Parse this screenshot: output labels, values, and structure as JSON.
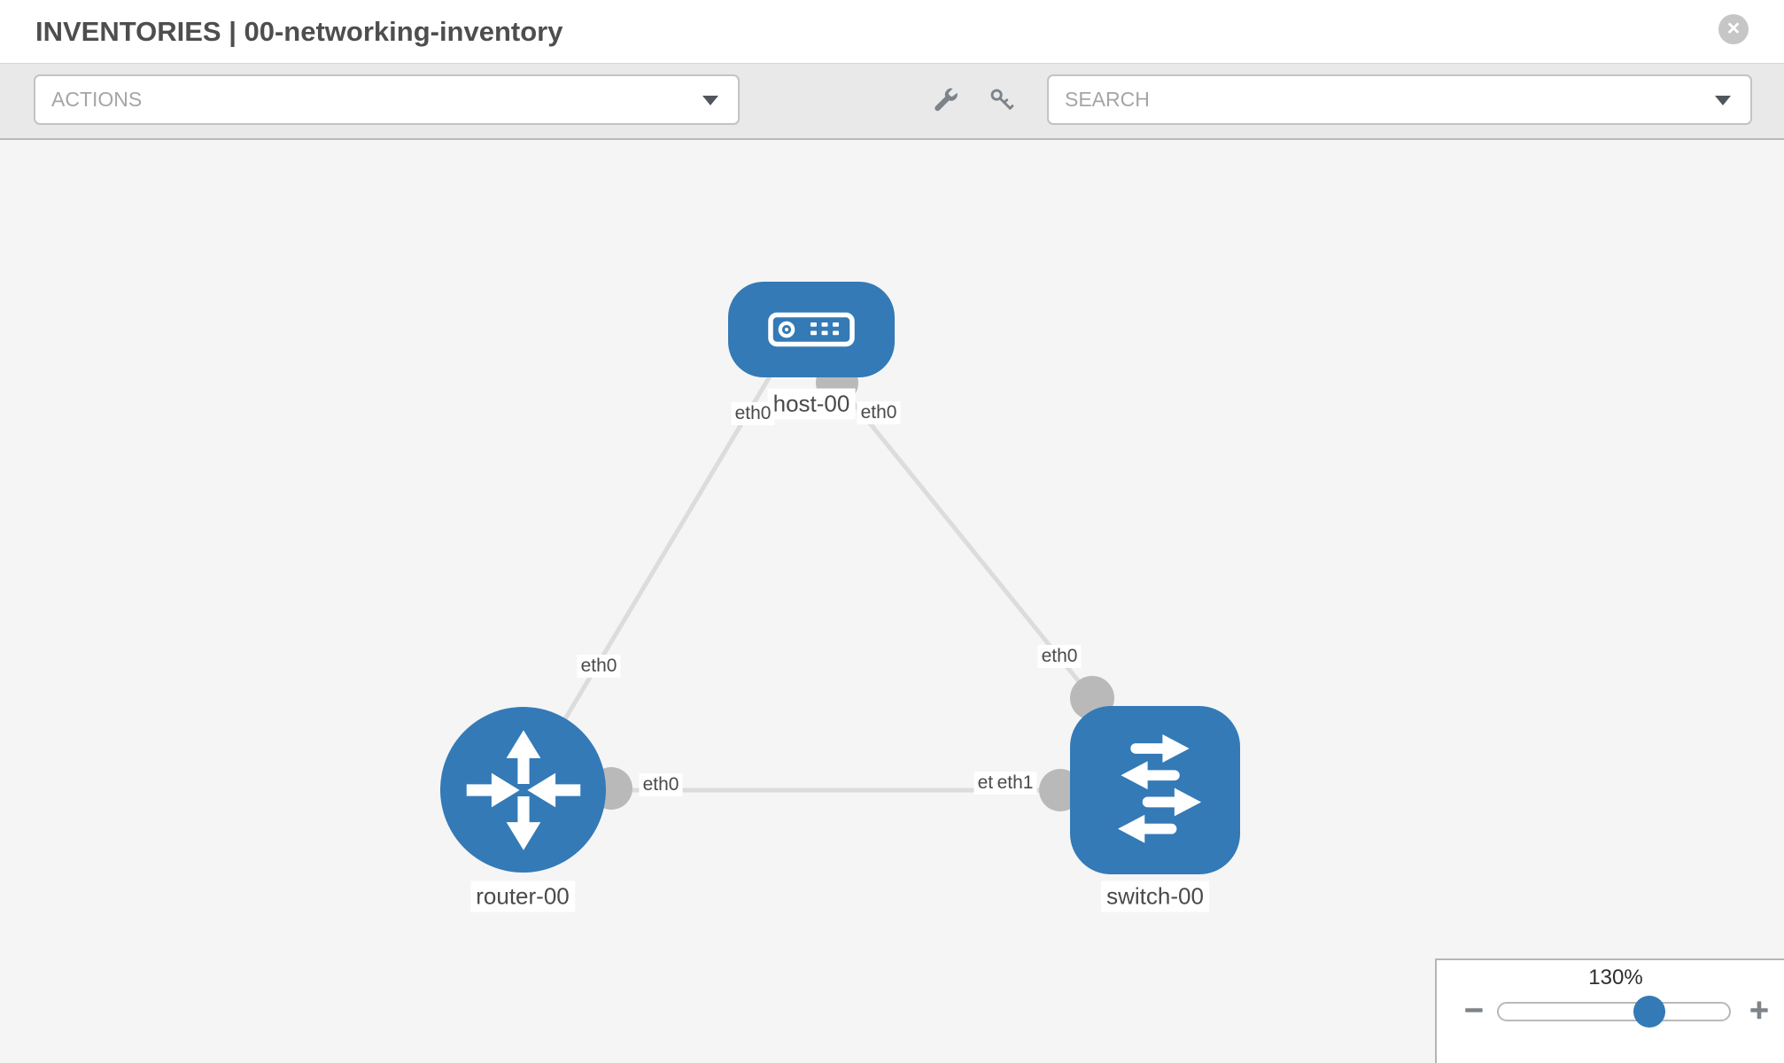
{
  "header": {
    "title": "INVENTORIES | 00-networking-inventory",
    "close_glyph": "×"
  },
  "toolbar": {
    "actions_label": "ACTIONS",
    "search_label": "SEARCH",
    "icon_buttons": [
      "wrench-icon",
      "key-icon"
    ]
  },
  "diagram": {
    "nodes": [
      {
        "id": "host-00",
        "type": "host",
        "label": "host-00"
      },
      {
        "id": "router-00",
        "type": "router",
        "label": "router-00"
      },
      {
        "id": "switch-00",
        "type": "switch",
        "label": "switch-00"
      }
    ],
    "links": [
      {
        "from": "host-00",
        "to": "router-00",
        "from_iface": "eth0",
        "to_iface": "eth0"
      },
      {
        "from": "host-00",
        "to": "switch-00",
        "from_iface": "eth0",
        "to_iface": "eth0"
      },
      {
        "from": "router-00",
        "to": "switch-00",
        "from_iface": "eth0",
        "to_iface": "eth1"
      }
    ],
    "iface_labels": {
      "host_left": "eth0",
      "host_right": "eth0",
      "router_link": "eth0",
      "router_right": "eth0",
      "switch_top": "eth0",
      "switch_left_back": "eth0",
      "switch_left_front": "eth1"
    }
  },
  "zoom_control": {
    "value": "130%",
    "minus_glyph": "−",
    "plus_glyph": "+"
  },
  "colors": {
    "node_blue": "#337ab7",
    "connector_gray": "#b9b9b9",
    "link_gray": "#dcdcdd",
    "canvas_bg": "#f5f5f5",
    "toolbar_bg": "#e9e9e9"
  }
}
